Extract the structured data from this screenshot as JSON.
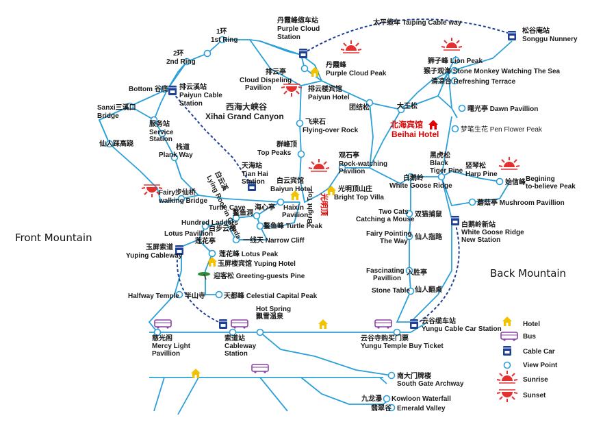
{
  "regions": {
    "front_mountain": "Front Mountain",
    "back_mountain": "Back Mountain",
    "xihai_cn": "西海大峡谷",
    "xihai_en": "Xihai Grand Canyon"
  },
  "featured": {
    "beihai_cn": "北海宾馆",
    "beihai_en": "Beihai Hotel",
    "guangming_cn": "光明顶",
    "guangming_en": "Bright Top"
  },
  "labels": {
    "taiping": "太平缆车 Taiping Cable way",
    "songgu_cn": "松谷庵站",
    "songgu_en": "Songgu Nunnery",
    "lion_peak": "狮子峰 Lion Peak",
    "monkey": "猴子观海 Stone Monkey Watching The Sea",
    "refresh": "清凉台 Refreshing Terrace",
    "dawn": "曙光亭 Dawn Pavillion",
    "flower": "梦笔生花 Pen Flower Peak",
    "danxia_cn": "丹霞峰缆车站",
    "danxia_en1": "Purple Cloud",
    "danxia_en2": "Station",
    "danxia_peak_cn": "丹霞峰",
    "danxia_peak_en": "Purple Cloud Peak",
    "paiyun_cn": "排云亭",
    "paiyun_en1": "Cloud Dispeling",
    "paiyun_en2": "Pavilion",
    "paiyun_hotel_cn": "排云楼宾馆",
    "paiyun_hotel_en": "Paiyun Hotel",
    "ring1_cn": "1环",
    "ring1_en": "1st Ring",
    "ring2_cn": "2环",
    "ring2_en": "2nd Ring",
    "bottom": "Bottom 谷底",
    "paiyun_cable_cn": "排云溪站",
    "paiyun_cable_en1": "Paiyun Cable",
    "paiyun_cable_en2": "Station",
    "sanxi_cn": "Sanxi三溪口",
    "sanxi_en": "Bridge",
    "service_cn": "服务站",
    "service_en1": "Service",
    "service_en2": "Station",
    "xianren": "仙人踩高跷",
    "plank_cn": "栈道",
    "plank_en": "Plank Way",
    "fairy_cn": "Fairy步仙桥",
    "fairy_en": "walking Bridge",
    "tuanjie": "团结松",
    "dawang": "大王松",
    "feilai_cn": "飞来石",
    "feilai_en": "Flying-over Rock",
    "qunfeng_cn": "群峰顶",
    "qunfeng_en": "Top Peaks",
    "tianhai_cn": "天海站",
    "tianhai_en1": "Tian Hai",
    "tianhai_en2": "Station",
    "baiyun_cn": "白云宾馆",
    "baiyun_en": "Baiyun Hotel",
    "liyun_cn": "白云溪",
    "liyun_en": "Lying Rock in Clouds",
    "guanshi_cn": "观石亭",
    "guanshi_en1": "Rock-watching",
    "guanshi_en2": "Pavilion",
    "villa": "光明顶山庄",
    "villa_en": "Bright Top Villa",
    "whitegoose": "白鹅岭",
    "whitegoose_en": "White Goose Ridge",
    "heihu_cn": "黑虎松",
    "heihu_en1": "Black",
    "heihu_en2": "Tiger Pine",
    "harp_cn": "竖琴松",
    "harp_en": "Harp Pine",
    "believe_cn": "始信峰",
    "believe_en1": "Begining",
    "believe_en2": "to-believe Peak",
    "mushroom": "蘑菇亭 Mushroom Pavillion",
    "wgstation_cn": "白鹅岭新站",
    "wgstation_en1": "White Goose Ridge",
    "wgstation_en2": "New Station",
    "turtle_cave": "Turtle Cave",
    "haixin_cn": "海心亭",
    "haixin_en1": "Haixin",
    "haixin_en2": "Pavilion",
    "aoyu_cave": "鳌鱼洞",
    "ladders": "Hundred Ladders",
    "baibu": "白步云梯",
    "lotus_pav": "Lotus Pavillion",
    "lianhua_ting": "莲花亭",
    "aoyu_peak": "鳌鱼峰 Turtle Peak",
    "narrow": "一线天 Narrow Cliff",
    "yuping_cn": "玉屏索道",
    "yuping_en": "Yuping Cableway",
    "lotus_peak": "莲花峰 Lotus Peak",
    "yuping_hotel": "玉屏楼宾馆 Yuping Hotel",
    "greeting": "迎客松 Greeting-guests Pine",
    "halfway": "Halfway Temple",
    "banshan": "半山寺",
    "celestial": "天都峰 Celestial Capital Peak",
    "twocats_en1": "Two Cats",
    "twocats_en2": "Catching a Mouse",
    "twocats_cn": "双猫捕鼠",
    "fairy_point_en1": "Fairy Pointing",
    "fairy_point_en2": "The Way",
    "fairy_point_cn": "仙人指路",
    "fascinating_en1": "Fascinating",
    "fascinating_en2": "Pavillion",
    "fascinating_cn": "入胜亭",
    "stone_table": "Stone Table",
    "stone_table_cn": "仙人翻桌",
    "hotspring_en": "Hot Spring",
    "hotspring_cn": "飘雪温泉",
    "yungu_cable_cn": "云谷缆车站",
    "yungu_cable_en": "Yungu Cable Car Station",
    "yungu_ticket_cn": "云谷寺购买门票",
    "yungu_ticket_en": "Yungu Temple Buy Ticket",
    "ciguang_cn": "慈光阁",
    "ciguang_en1": "Mercy Light",
    "ciguang_en2": "Pavillion",
    "suodao_cn": "索道站",
    "suodao_en1": "Cableway",
    "suodao_en2": "Station",
    "southgate_cn": "南大门牌楼",
    "southgate_en": "South Gate Archway",
    "kowloon_cn": "九龙瀑",
    "kowloon_en": "Kowloon Waterfall",
    "emerald_cn": "翡翠谷",
    "emerald_en": "Emerald Valley"
  },
  "legend": {
    "hotel": "Hotel",
    "bus": "Bus",
    "cable_car": "Cable Car",
    "view_point": "View Point",
    "sunrise": "Sunrise",
    "sunset": "Sunset"
  },
  "colors": {
    "route": "#2a9fd8",
    "cable": "#1d3f96",
    "hotel": "#f2c200",
    "bus": "#8a3fa8",
    "sun": "#e53030",
    "featured": "#e00000"
  },
  "icons": [
    "hotel-icon",
    "bus-icon",
    "cable-car-icon",
    "view-point-icon",
    "sunrise-icon",
    "sunset-icon"
  ]
}
